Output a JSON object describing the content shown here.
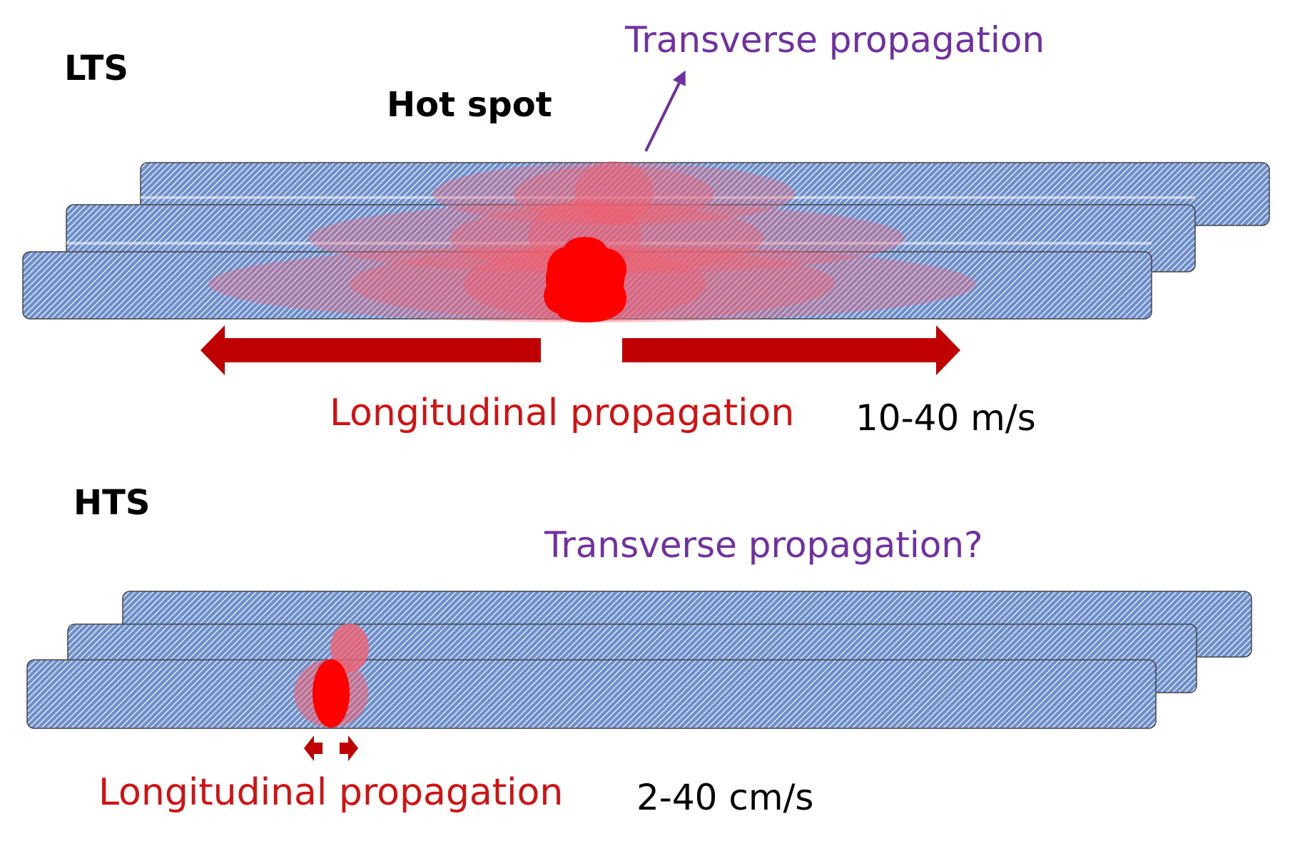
{
  "lts": {
    "section_label": "LTS",
    "hot_spot_label": "Hot spot",
    "transverse_label": "Transverse propagation",
    "longitudinal_label": "Longitudinal propagation",
    "speed_label": "10-40 m/s"
  },
  "hts": {
    "section_label": "HTS",
    "transverse_label": "Transverse propagation?",
    "longitudinal_label": "Longitudinal propagation",
    "speed_label": "2-40 cm/s"
  },
  "colors": {
    "tape_fill": "#6d8fd0",
    "tape_hatch": "#ffffff",
    "hot_core": "#ff0000",
    "hot_halo": "#f06070",
    "long_arrow": "#c00000",
    "transverse_arrow": "#7030a0"
  }
}
